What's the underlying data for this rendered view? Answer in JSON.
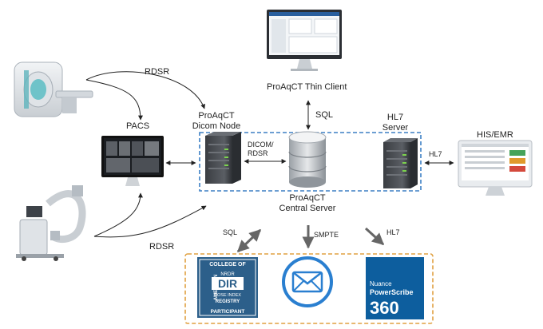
{
  "labels": {
    "thin_client": "ProAqCT Thin Client",
    "sql_top": "SQL",
    "pacs": "PACS",
    "dicom_node_1": "ProAqCT",
    "dicom_node_2": "Dicom Node",
    "rdsr_top": "RDSR",
    "rdsr_bottom": "RDSR",
    "dicom_rdsr_1": "DICOM/",
    "dicom_rdsr_2": "RDSR",
    "hl7_server_1": "HL7",
    "hl7_server_2": "Server",
    "his_emr": "HIS/EMR",
    "hl7_right": "HL7",
    "central_1": "ProAqCT",
    "central_2": "Central Server",
    "sql_bottom": "SQL",
    "smpte": "SMPTE",
    "hl7_bottom": "HL7"
  },
  "logos": {
    "nrdr": {
      "college_of": "COLLEGE OF",
      "american": "AMERICAN",
      "radiology": "RADIOLOGY",
      "nrdr": "NRDR",
      "dir": "DIR",
      "dose_index": "DOSE INDEX",
      "registry": "REGISTRY",
      "participant": "PARTICIPANT"
    },
    "nuance": {
      "brand": "Nuance",
      "product": "PowerScribe",
      "version": "360"
    }
  },
  "colors": {
    "server_border": "#3b7fc4",
    "output_border": "#e0a040",
    "nrdr_blue": "#2c5f8a",
    "email_blue": "#2a7fd0",
    "nuance_blue": "#0d5e9e"
  }
}
